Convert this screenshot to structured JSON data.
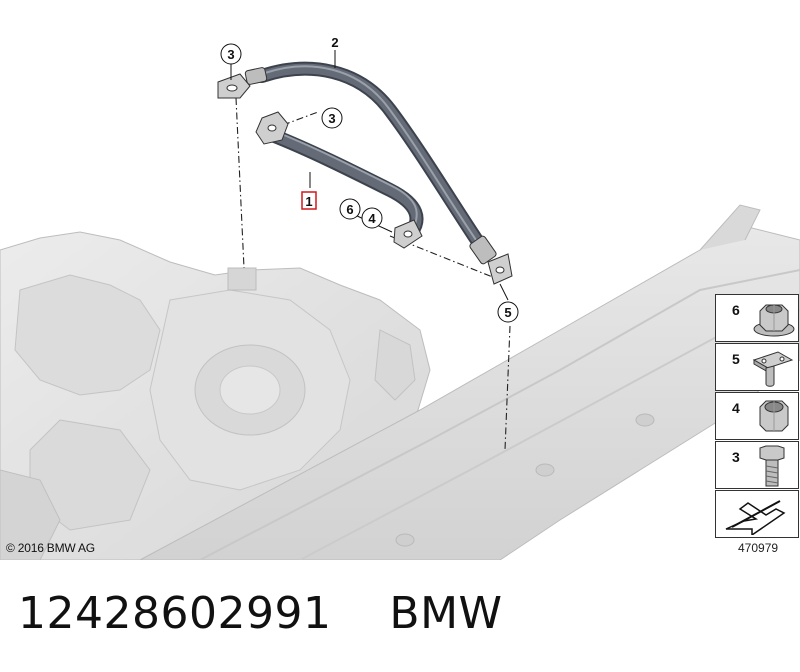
{
  "diagram": {
    "callouts": [
      {
        "id": "c-3-top",
        "label": "3"
      },
      {
        "id": "c-2",
        "label": "2"
      },
      {
        "id": "c-3-mid",
        "label": "3"
      },
      {
        "id": "c-1",
        "label": "1"
      },
      {
        "id": "c-6",
        "label": "6"
      },
      {
        "id": "c-4",
        "label": "4"
      },
      {
        "id": "c-5",
        "label": "5"
      }
    ],
    "copyright": "© 2016 BMW AG",
    "image_number": "470979"
  },
  "legend": {
    "items": [
      {
        "label": "6",
        "icon": "hex-flange-nut-icon"
      },
      {
        "label": "5",
        "icon": "ground-stud-bracket-icon"
      },
      {
        "label": "4",
        "icon": "hex-nut-icon"
      },
      {
        "label": "3",
        "icon": "hex-bolt-icon"
      },
      {
        "label": "",
        "icon": "direction-arrow-icon"
      }
    ]
  },
  "footer": {
    "part_number": "12428602991",
    "brand": "BMW"
  },
  "colors": {
    "cable": "#5f6672",
    "cable_highlight": "#9aa0aa",
    "engine": "#e4e4e4",
    "frame": "#dedede",
    "highlight_box": "#d01818"
  }
}
